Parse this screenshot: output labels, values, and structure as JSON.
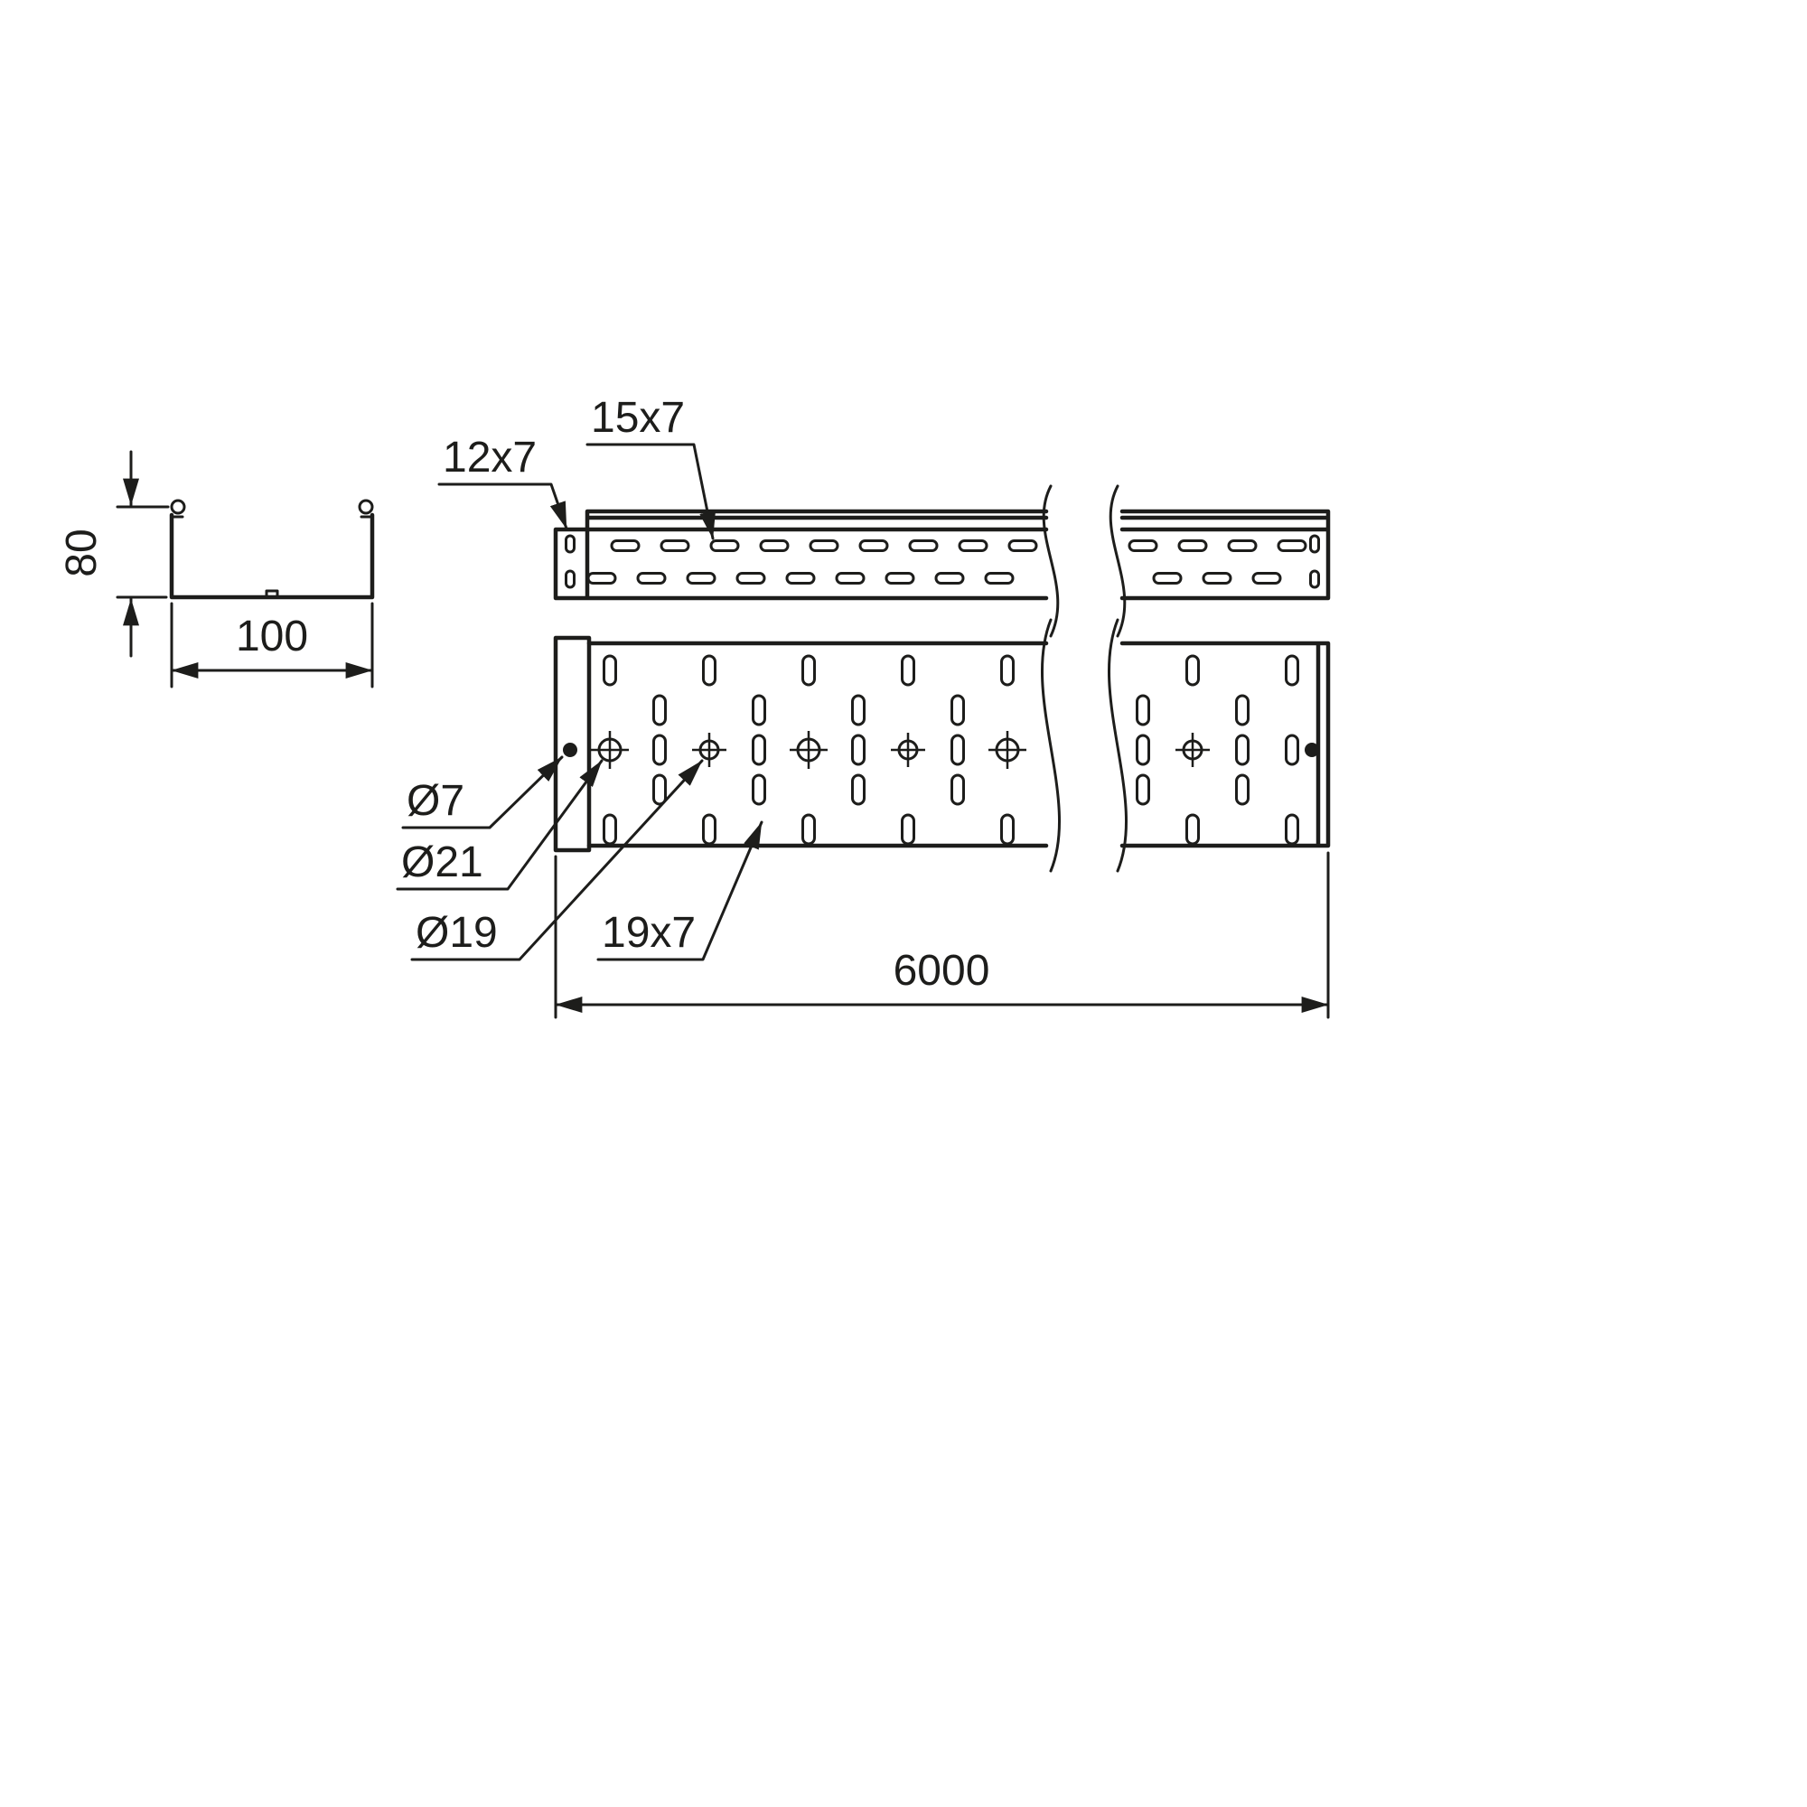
{
  "colors": {
    "ink": "#1d1d1b",
    "background": "#ffffff"
  },
  "cross_section": {
    "height_mm": "80",
    "width_mm": "100"
  },
  "side_view": {
    "end_slot_size": "12x7",
    "slot_size": "15x7"
  },
  "top_view": {
    "bolt_hole_dia": "Ø7",
    "hole_dia_large": "Ø21",
    "hole_dia_small": "Ø19",
    "slot_size": "19x7"
  },
  "length_dimension": "6000"
}
